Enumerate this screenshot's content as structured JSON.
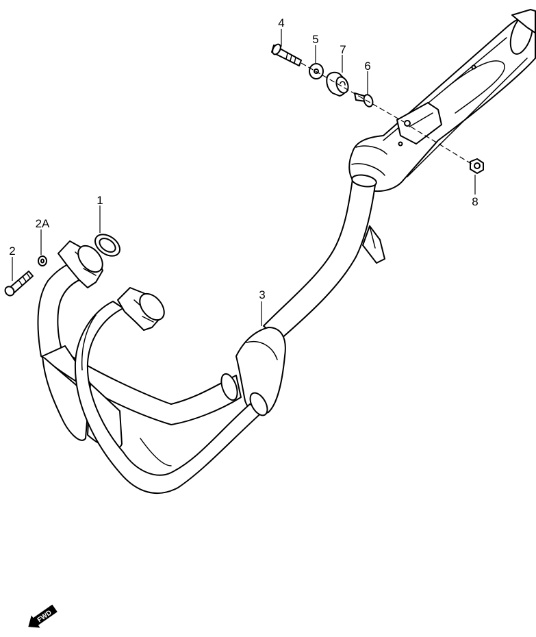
{
  "callouts": [
    {
      "id": "1",
      "text": "1"
    },
    {
      "id": "2",
      "text": "2"
    },
    {
      "id": "2A",
      "text": "2A"
    },
    {
      "id": "3",
      "text": "3"
    },
    {
      "id": "4",
      "text": "4"
    },
    {
      "id": "5",
      "text": "5"
    },
    {
      "id": "6",
      "text": "6"
    },
    {
      "id": "7",
      "text": "7"
    },
    {
      "id": "8",
      "text": "8"
    }
  ],
  "direction_marker": {
    "label": "FWD",
    "icon": "fwd-arrow-icon"
  },
  "colors": {
    "line": "#000000",
    "background": "#ffffff"
  }
}
